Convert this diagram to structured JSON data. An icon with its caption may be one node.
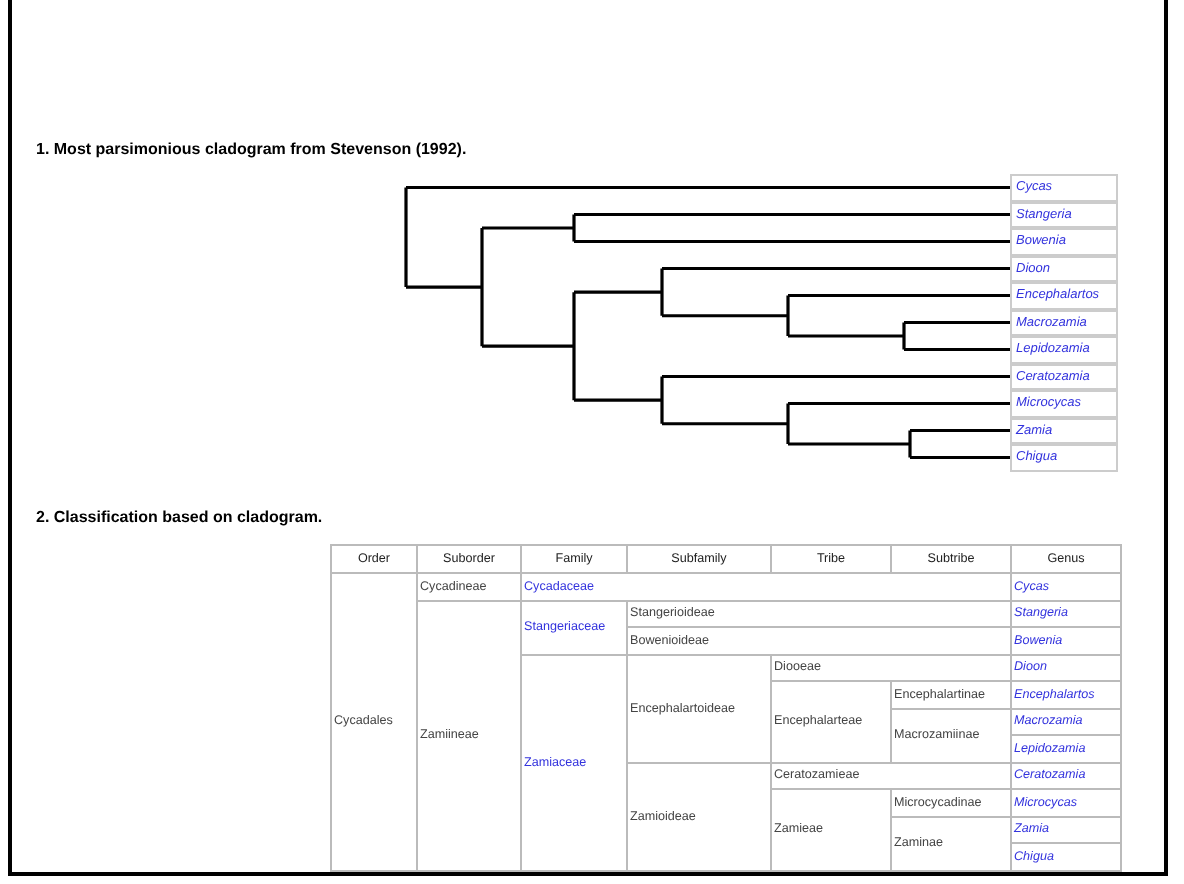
{
  "diagram": {
    "labels": [
      "1. Most parsimonious cladogram from Stevenson (1992).",
      "Cycas",
      "Stangeria",
      "Bowenia",
      "Dioon",
      "Encephalartos",
      "Macrozamia",
      "Lepidozamia",
      "Ceratozamia",
      "Microcycas",
      "Zamia",
      "Chigua",
      "2. Classification based on cladogram.",
      "Order",
      "Suborder",
      "Family",
      "Subfamily",
      "Tribe",
      "Subtribe",
      "Genus",
      "Cycadales",
      "Cycadineae",
      "Cycadaceae",
      "Cycas",
      "Zamiineae",
      "Stangeriaceae",
      "Stangerioideae",
      "Stangeria",
      "Bowenioideae",
      "Bowenia",
      "Zamiaceae",
      "Encephalartoideae",
      "Diooeae",
      "Dioon",
      "Encephalarteae",
      "Encephalartinae",
      "Encephalartos",
      "Macrozamiinae",
      "Macrozamia",
      "Lepidozamia",
      "Zamioideae",
      "Ceratozamieae",
      "Ceratozamia",
      "Zamieae",
      "Microcycadinae",
      "Microcycas",
      "Zaminae",
      "Zamia",
      "Chigua"
    ]
  }
}
